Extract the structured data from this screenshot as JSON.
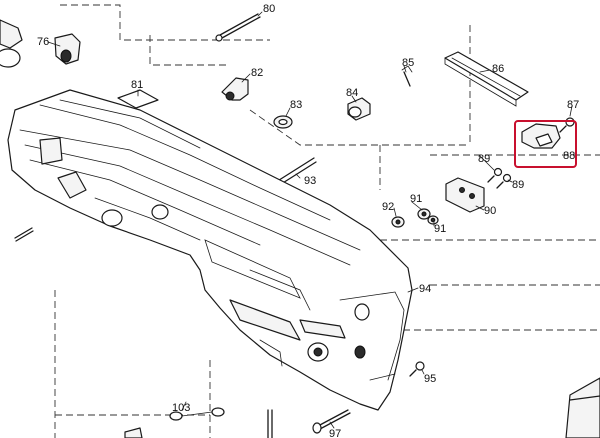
{
  "diagram": {
    "labels": [
      "76",
      "80",
      "81",
      "82",
      "83",
      "84",
      "85",
      "86",
      "87",
      "88",
      "89",
      "89",
      "90",
      "91",
      "91",
      "92",
      "93",
      "94",
      "95",
      "97",
      "103"
    ],
    "highlight_color": "#c8102e",
    "line_color": "#1a1a1a"
  }
}
